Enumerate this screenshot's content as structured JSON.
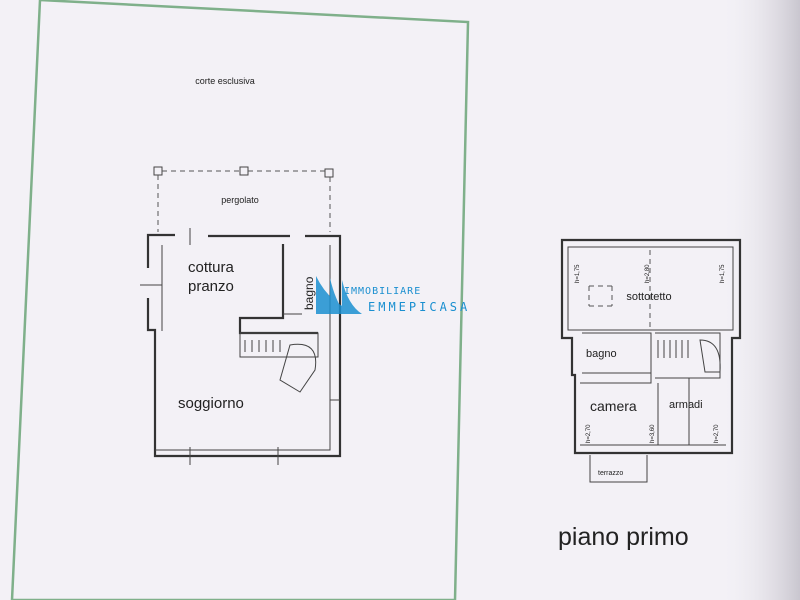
{
  "ground_floor": {
    "corte": "corte esclusiva",
    "pergolato": "pergolato",
    "cottura": "cottura",
    "pranzo": "pranzo",
    "bagno": "bagno",
    "soggiorno": "soggiorno"
  },
  "first_floor": {
    "sottotetto": "sottotetto",
    "bagno": "bagno",
    "camera": "camera",
    "armadi": "armadi",
    "terrazzo": "terrazzo",
    "h_left": "h=1,75",
    "h_center": "h=2,80",
    "h_right": "h=1,75",
    "h_camera_left": "h=2,70",
    "h_camera_right": "h=3,60",
    "h_armadi": "h=2,70",
    "title": "piano primo"
  },
  "watermark": {
    "line1": "IMMOBILIARE",
    "line2": "EMMEPICASA",
    "color": "#1a8fd0"
  },
  "boundary_color": "#7fb08a"
}
